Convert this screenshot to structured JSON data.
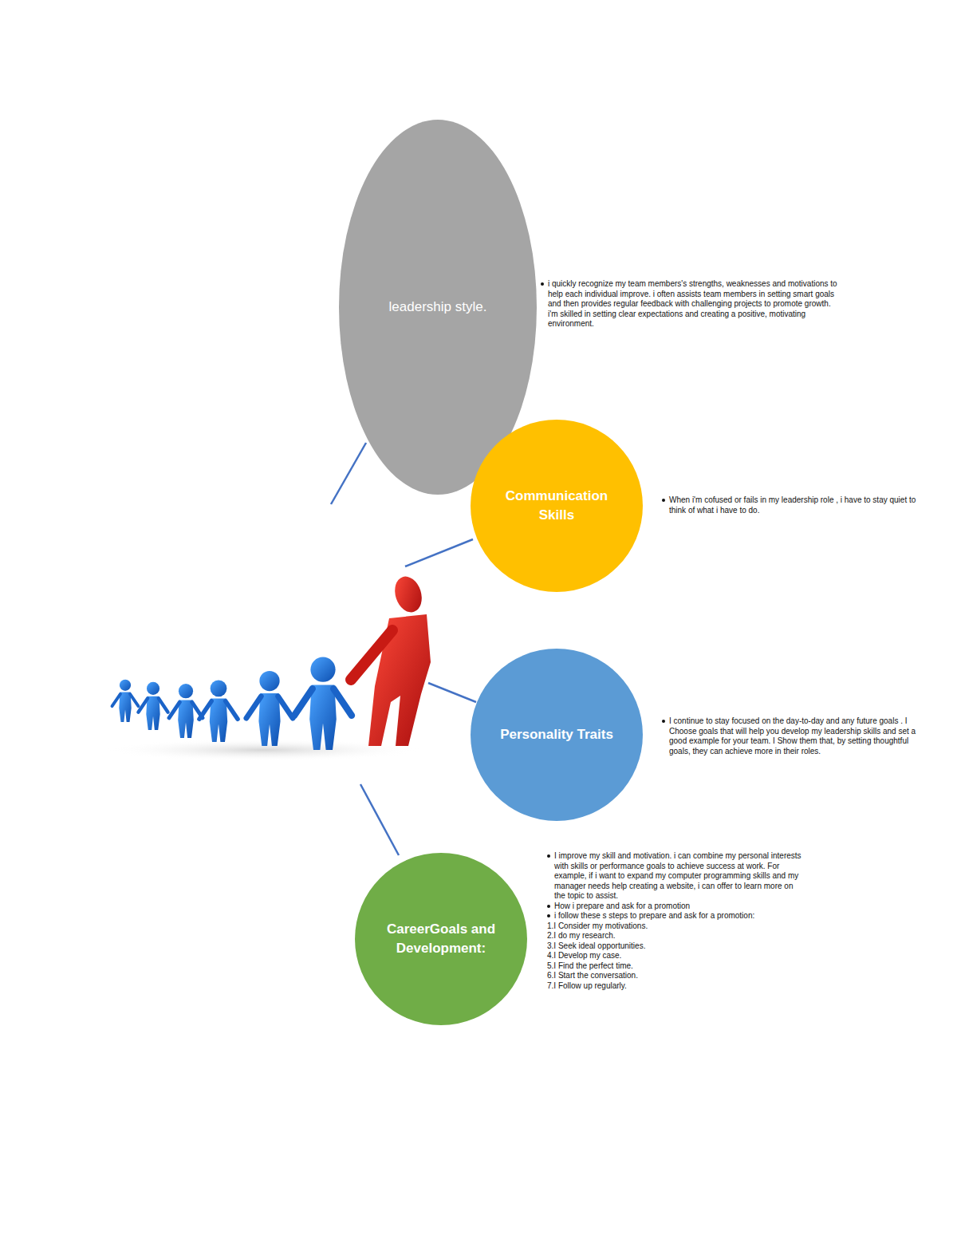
{
  "diagram": {
    "nodes": [
      {
        "text": [
          "leadership style.",
          "i quickly recognize my team members's strengths, weaknesses and motivations to help each individual improve. i often assists team members in setting smart goals and then provides regular feedback with challenging projects to promote growth. i'm skilled in setting clear expectations and creating a positive, motivating environment."
        ]
      },
      {
        "text": [
          "Communication Skills",
          "When i'm cofused or fails in my leadership role , i have to stay quiet to think of what i have to do."
        ]
      },
      {
        "text": [
          "Personality Traits",
          "I continue to stay focused on the day-to-day and any future goals . I Choose goals that will help you develop my leadership skills and set a good example for your team. I Show them that, by setting thoughtful goals, they can achieve more in their roles."
        ]
      },
      {
        "text": [
          "CareerGoals and Development:",
          "I improve my skill and motivation. i can combine my personal interests with skills or performance goals to achieve success at work. For example, if i want to expand my computer programming skills and my manager needs help creating a website, i can offer to learn more on the topic to assist.",
          "How i prepare and ask for a promotion",
          "i follow these s steps to prepare and ask for a promotion:",
          "1.I Consider my motivations.",
          "2.I do my research.",
          "3.I Seek ideal opportunities.",
          "4.I Develop my case.",
          "5.I Find the perfect time.",
          "6.I Start the conversation.",
          "7.I Follow up regularly."
        ]
      }
    ],
    "edges": []
  }
}
